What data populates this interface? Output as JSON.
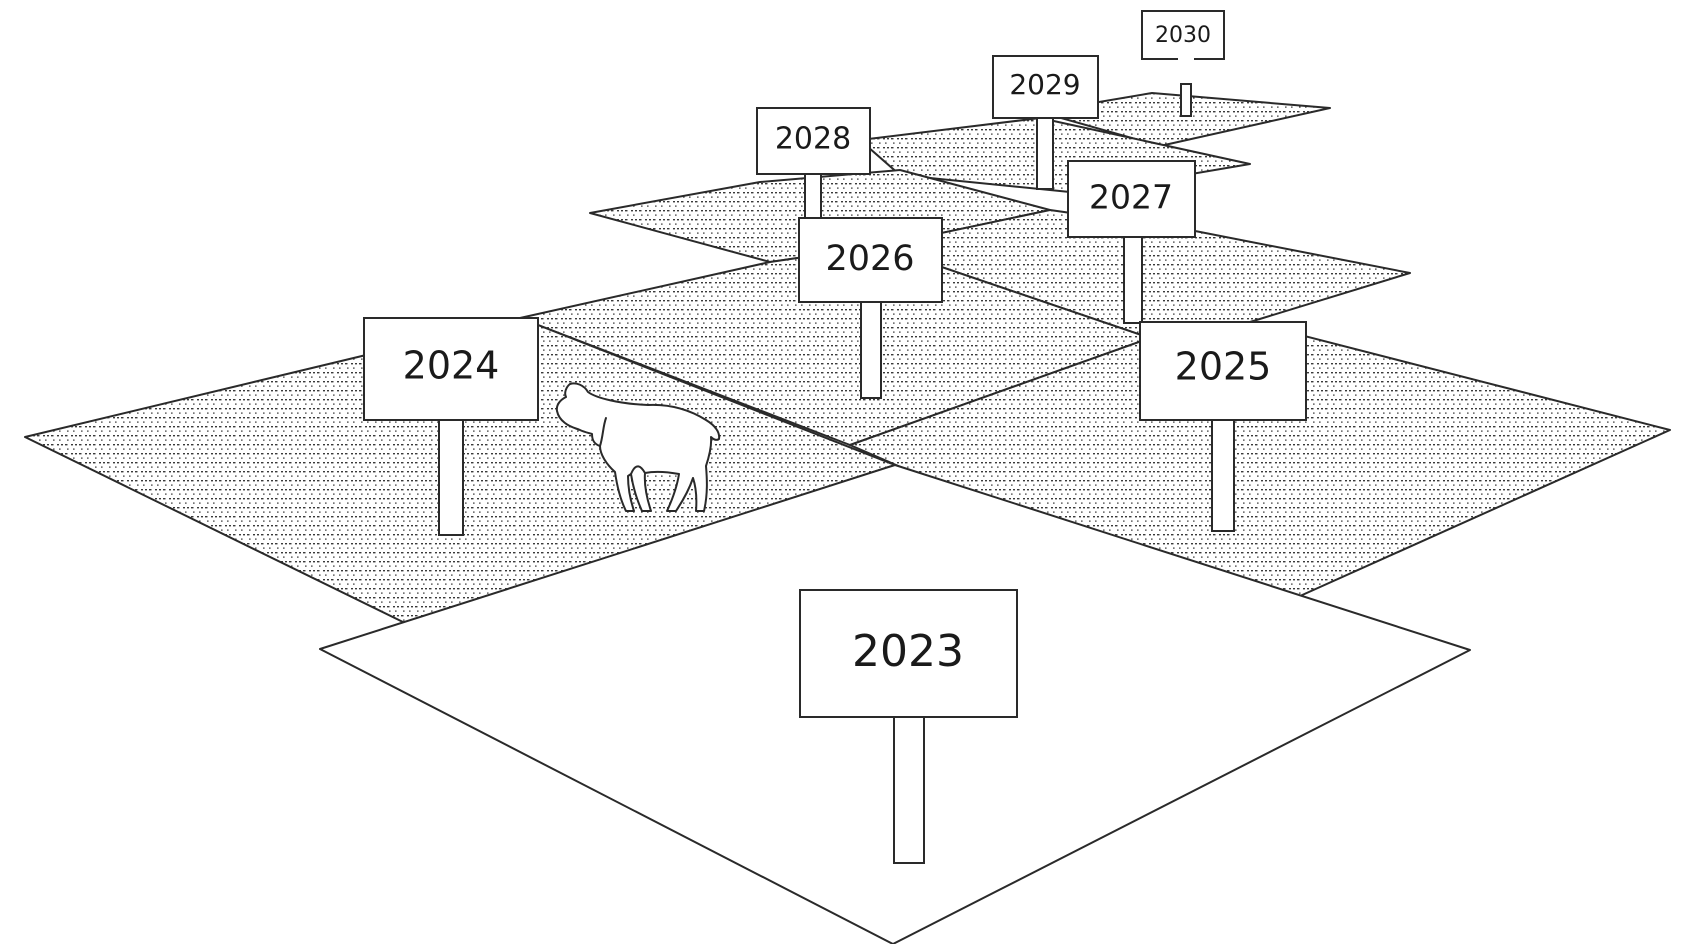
{
  "colors": {
    "line": "#2a2a2a",
    "field_fill": "#ffffff",
    "dot_pattern": "#3a3a3a",
    "sign_fill": "#ffffff"
  },
  "signs": [
    {
      "year": "2023",
      "field": "plain"
    },
    {
      "year": "2024",
      "field": "dotted"
    },
    {
      "year": "2025",
      "field": "dotted"
    },
    {
      "year": "2026",
      "field": "dotted"
    },
    {
      "year": "2027",
      "field": "dotted"
    },
    {
      "year": "2028",
      "field": "dotted"
    },
    {
      "year": "2029",
      "field": "dotted"
    },
    {
      "year": "2030",
      "field": "dotted"
    }
  ],
  "figures": {
    "sheep": "sheep-icon"
  }
}
